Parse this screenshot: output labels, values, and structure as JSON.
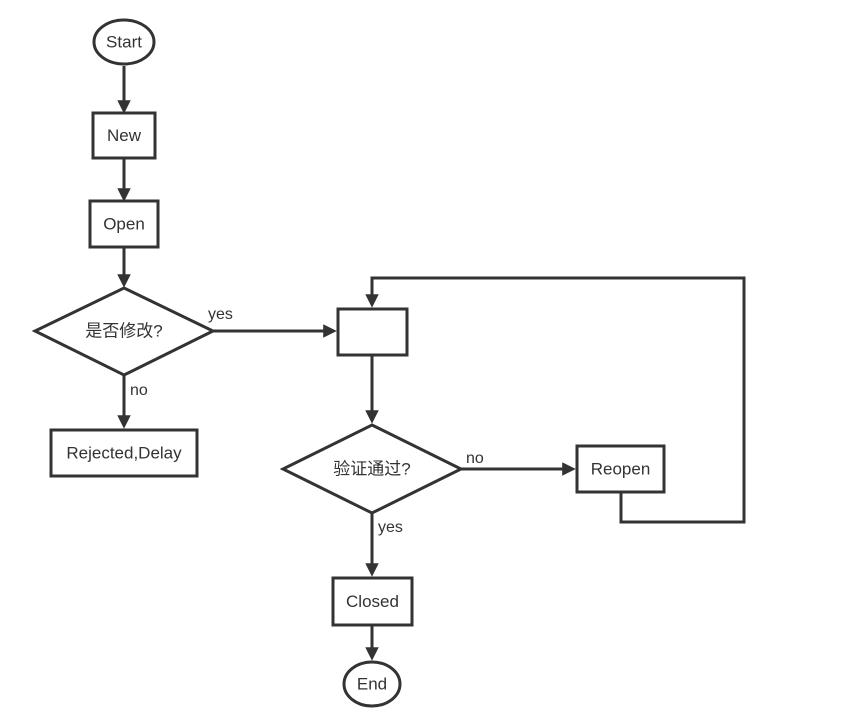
{
  "nodes": {
    "start": "Start",
    "new": "New",
    "open": "Open",
    "modified_decision": "是否修改?",
    "rejected": "Rejected,Delay",
    "unlabeled_box": "",
    "verify_decision": "验证通过?",
    "reopen": "Reopen",
    "closed": "Closed",
    "end": "End"
  },
  "edges": {
    "modified_yes": "yes",
    "modified_no": "no",
    "verify_no": "no",
    "verify_yes": "yes"
  },
  "colors": {
    "stroke": "#333333",
    "background": "#ffffff",
    "text": "#333333"
  }
}
